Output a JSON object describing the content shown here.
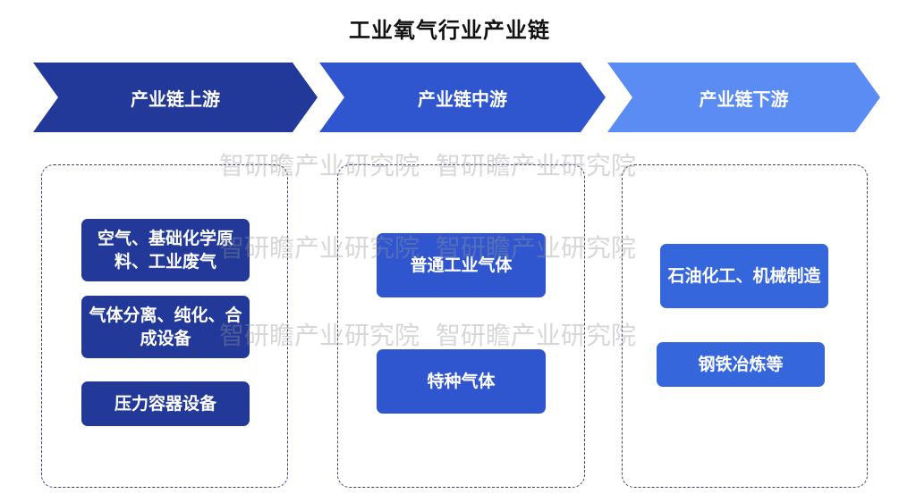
{
  "title": "工业氧气行业产业链",
  "stages": [
    {
      "label": "产业链上游"
    },
    {
      "label": "产业链中游"
    },
    {
      "label": "产业链下游"
    }
  ],
  "upstream": {
    "items": [
      "空气、基础化学原料、工业废气",
      "气体分离、纯化、合成设备",
      "压力容器设备"
    ]
  },
  "midstream": {
    "items": [
      "普通工业气体",
      "特种气体"
    ]
  },
  "downstream": {
    "items": [
      "石油化工、机械制造",
      "钢铁冶炼等"
    ]
  },
  "watermark": {
    "text": "智研瞻产业研究院"
  },
  "colors": {
    "upstream": "#22399a",
    "midstream": "#2f56cf",
    "downstream": "#5b8cf3"
  }
}
